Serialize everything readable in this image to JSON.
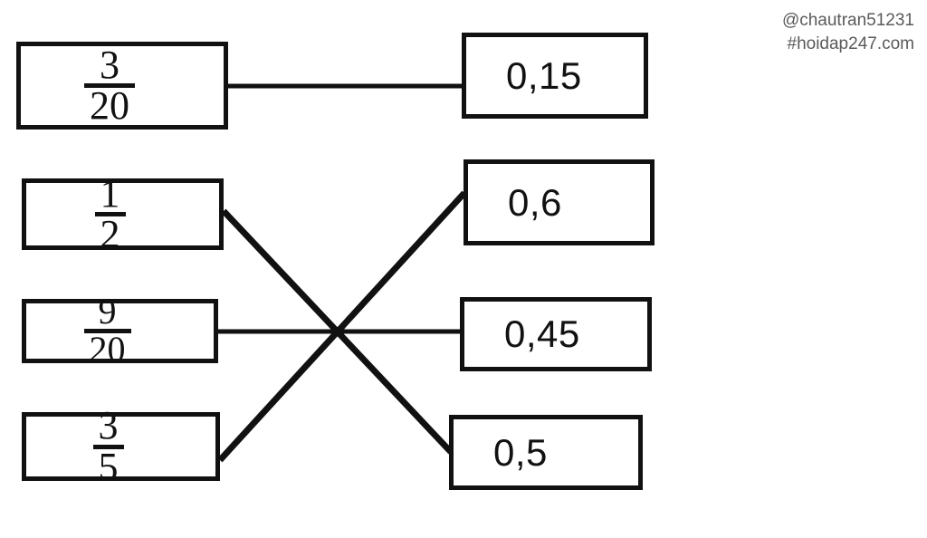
{
  "watermark": {
    "handle": "@chautran51231",
    "site": "#hoidap247.com"
  },
  "exercise": {
    "type": "matching",
    "left_column": [
      {
        "id": "frac-3-20",
        "numerator": "3",
        "denominator": "20",
        "label": "3/20"
      },
      {
        "id": "frac-1-2",
        "numerator": "1",
        "denominator": "2",
        "label": "1/2"
      },
      {
        "id": "frac-9-20",
        "numerator": "9",
        "denominator": "20",
        "label": "9/20"
      },
      {
        "id": "frac-3-5",
        "numerator": "3",
        "denominator": "5",
        "label": "3/5"
      }
    ],
    "right_column": [
      {
        "id": "dec-0-15",
        "value": "0,15"
      },
      {
        "id": "dec-0-6",
        "value": "0,6"
      },
      {
        "id": "dec-0-45",
        "value": "0,45"
      },
      {
        "id": "dec-0-5",
        "value": "0,5"
      }
    ],
    "connections": [
      {
        "from": "frac-3-20",
        "to": "dec-0-15"
      },
      {
        "from": "frac-1-2",
        "to": "dec-0-5"
      },
      {
        "from": "frac-9-20",
        "to": "dec-0-45"
      },
      {
        "from": "frac-3-5",
        "to": "dec-0-6"
      }
    ],
    "colors": {
      "ink": "#111111",
      "page": "#ffffff",
      "watermark": "#5a5a5a"
    }
  }
}
